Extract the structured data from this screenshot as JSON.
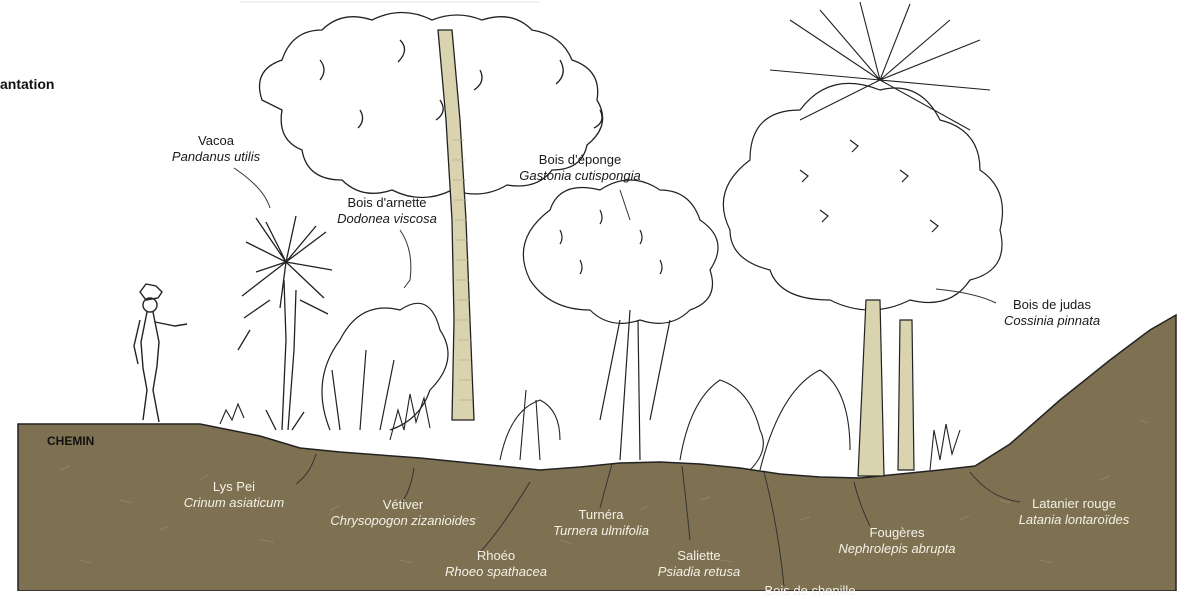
{
  "title": "antation",
  "path_label": "CHEMIN",
  "colors": {
    "ground": "#7e7152",
    "trunk": "#d9d3b0",
    "ink": "#1a1a1a",
    "background": "#ffffff"
  },
  "plants": [
    {
      "common": "Vacoa",
      "scientific": "Pandanus utilis"
    },
    {
      "common": "Bois d'arnette",
      "scientific": "Dodonea viscosa"
    },
    {
      "common": "Bois d’éponge",
      "scientific": "Gastonia cutispongia"
    },
    {
      "common": "Bois de judas",
      "scientific": "Cossinia pinnata"
    },
    {
      "common": "Lys Pei",
      "scientific": "Crinum asiaticum"
    },
    {
      "common": "Vétiver",
      "scientific": "Chrysopogon zizanioides"
    },
    {
      "common": "Rhoéo",
      "scientific": "Rhoeo spathacea"
    },
    {
      "common": "Turnéra",
      "scientific": "Turnera ulmifolia"
    },
    {
      "common": "Saliette",
      "scientific": "Psiadia retusa"
    },
    {
      "common": "Bois de chenille",
      "scientific": ""
    },
    {
      "common": "Fougères",
      "scientific": "Nephrolepis abrupta"
    },
    {
      "common": "Latanier rouge",
      "scientific": "Latania lontaroïdes"
    }
  ]
}
